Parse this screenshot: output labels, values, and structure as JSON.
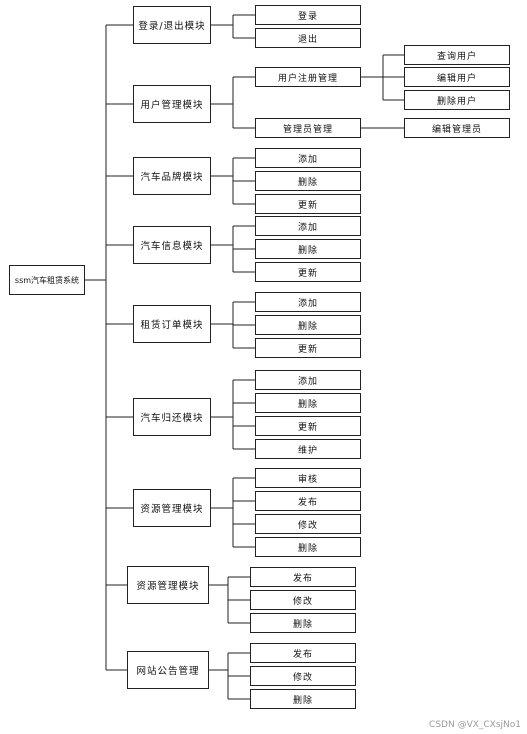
{
  "root": "ssm汽车租赁系统",
  "modules": [
    {
      "label": "登录/退出模块",
      "children": [
        {
          "label": "登录"
        },
        {
          "label": "退出"
        }
      ]
    },
    {
      "label": "用户管理模块",
      "children": [
        {
          "label": "用户注册管理",
          "children": [
            {
              "label": "查询用户"
            },
            {
              "label": "编辑用户"
            },
            {
              "label": "删除用户"
            }
          ]
        },
        {
          "label": "管理员管理",
          "children": [
            {
              "label": "编辑管理员"
            }
          ]
        }
      ]
    },
    {
      "label": "汽车品牌模块",
      "children": [
        {
          "label": "添加"
        },
        {
          "label": "删除"
        },
        {
          "label": "更新"
        }
      ]
    },
    {
      "label": "汽车信息模块",
      "children": [
        {
          "label": "添加"
        },
        {
          "label": "删除"
        },
        {
          "label": "更新"
        }
      ]
    },
    {
      "label": "租赁订单模块",
      "children": [
        {
          "label": "添加"
        },
        {
          "label": "删除"
        },
        {
          "label": "更新"
        }
      ]
    },
    {
      "label": "汽车归还模块",
      "children": [
        {
          "label": "添加"
        },
        {
          "label": "删除"
        },
        {
          "label": "更新"
        },
        {
          "label": "维护"
        }
      ]
    },
    {
      "label": "资源管理模块",
      "children": [
        {
          "label": "审核"
        },
        {
          "label": "发布"
        },
        {
          "label": "修改"
        },
        {
          "label": "删除"
        }
      ]
    },
    {
      "label": "资源管理模块",
      "children": [
        {
          "label": "发布"
        },
        {
          "label": "修改"
        },
        {
          "label": "删除"
        }
      ]
    },
    {
      "label": "网站公告管理",
      "children": [
        {
          "label": "发布"
        },
        {
          "label": "修改"
        },
        {
          "label": "删除"
        }
      ]
    }
  ],
  "watermark": "CSDN @VX_CXsjNo1"
}
